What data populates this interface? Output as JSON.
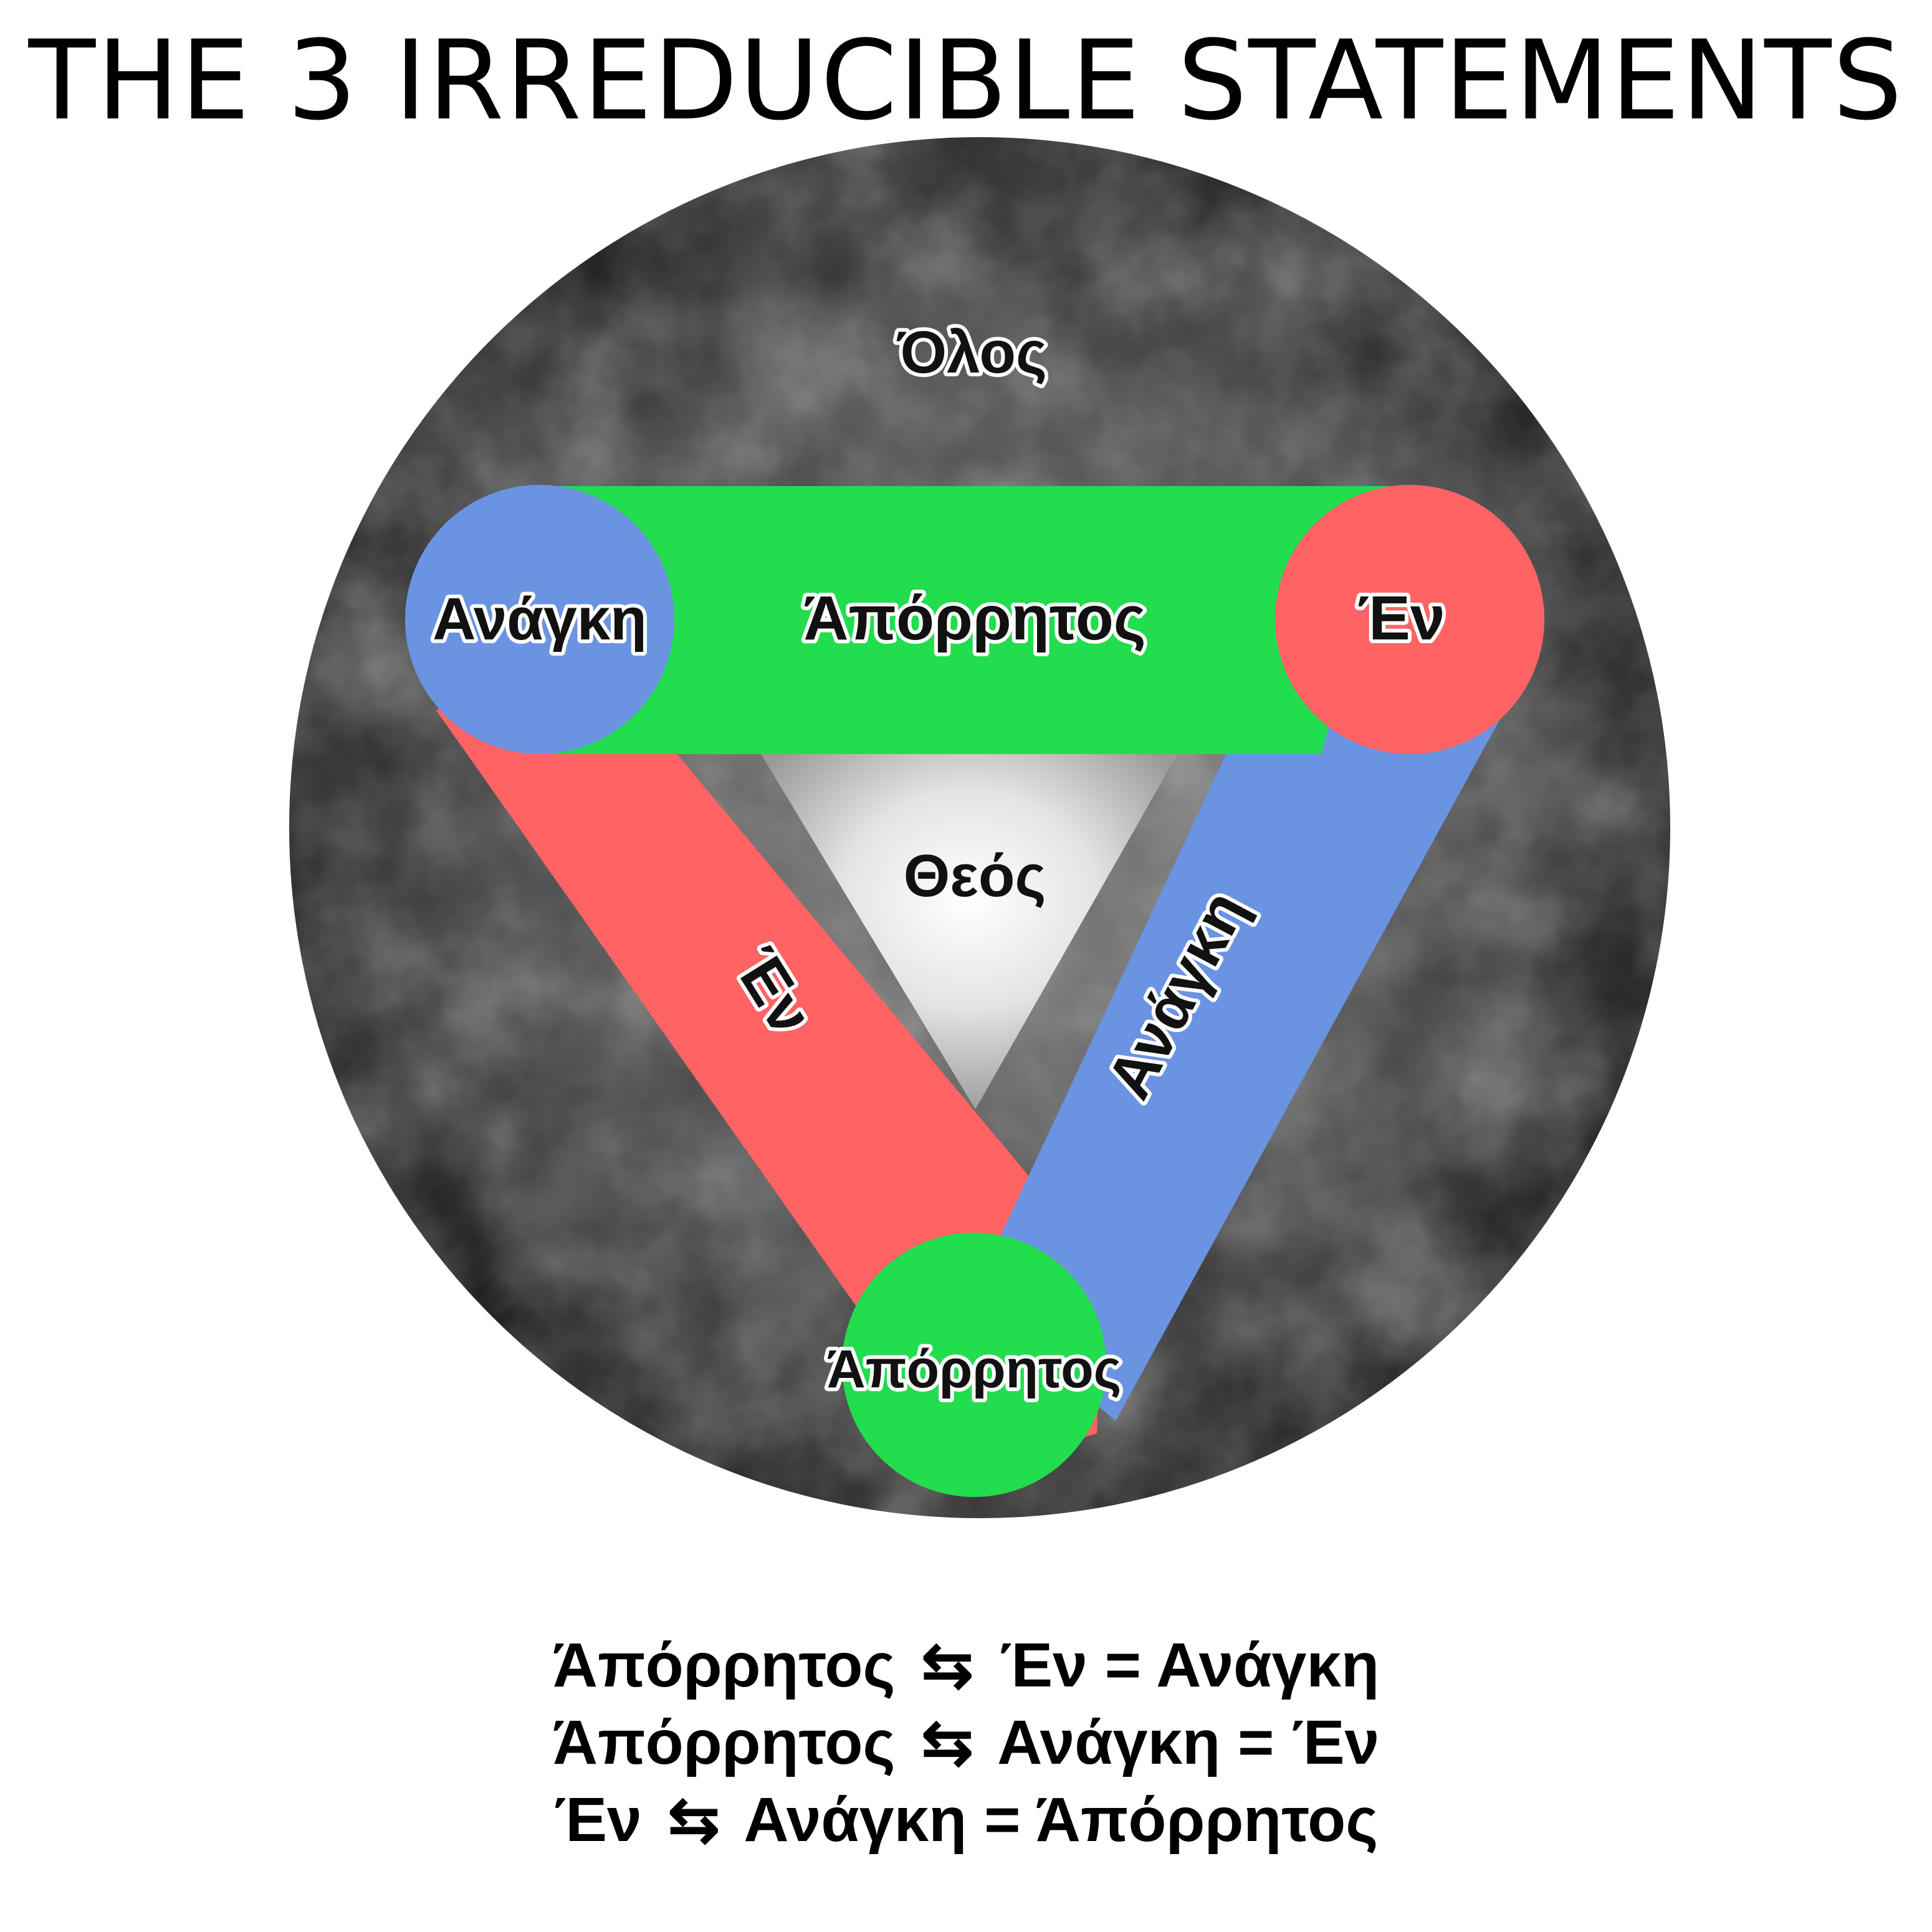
{
  "title": "THE 3 IRREDUCIBLE STATEMENTS",
  "diagram": {
    "outer_label": "Όλος",
    "center_label": "Θεός",
    "top_band_label": "Άπόρρητος",
    "left_band_label": "Έν",
    "right_band_label": "Ανάγκη",
    "node_top_left": "Ανάγκη",
    "node_top_right": "Έν",
    "node_bottom": "Άπόρρητος",
    "colors": {
      "green": "#22dd4e",
      "red": "#ff6363",
      "blue": "#6a93e2",
      "stone_dark": "#1c1c1c",
      "stone_light": "#eeeeee"
    }
  },
  "statements": [
    {
      "a": "Άπόρρητος",
      "arrow": "⇆",
      "b": "Έν",
      "eq": "=",
      "c": "Ανάγκη"
    },
    {
      "a": "Άπόρρητος",
      "arrow": "⇆",
      "b": "Ανάγκη",
      "eq": "=",
      "c": "Έν"
    },
    {
      "a": "Έν",
      "arrow": "⇆",
      "b": "Ανάγκη",
      "eq": "=",
      "c": "Άπόρρητος"
    }
  ]
}
